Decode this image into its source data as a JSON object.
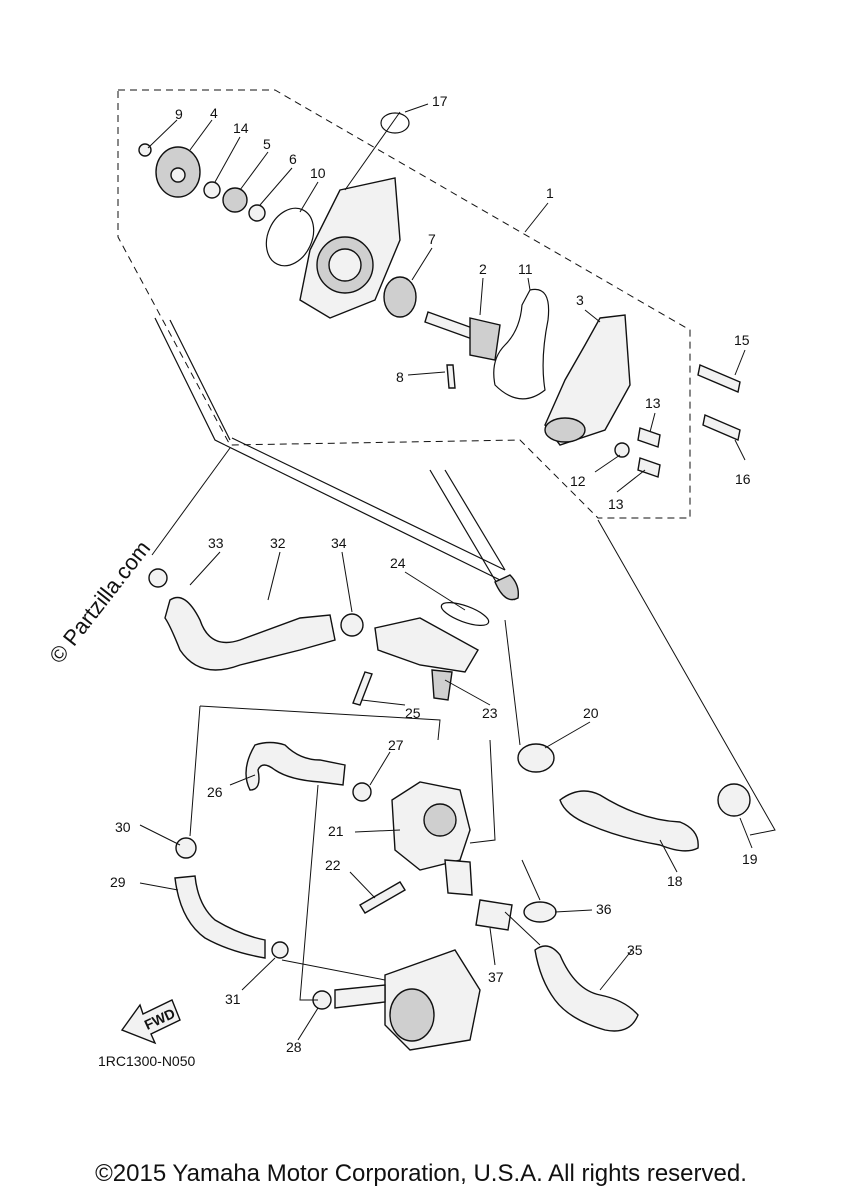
{
  "diagram_code": "1RC1300-N050",
  "watermark": "© Partzilla.com",
  "fwd_label": "FWD",
  "copyright": "©2015 Yamaha Motor Corporation, U.S.A. All rights reserved.",
  "callouts": [
    "1",
    "2",
    "3",
    "4",
    "5",
    "6",
    "7",
    "8",
    "9",
    "10",
    "11",
    "12",
    "13",
    "13",
    "14",
    "15",
    "16",
    "17",
    "18",
    "19",
    "20",
    "21",
    "22",
    "23",
    "24",
    "25",
    "26",
    "27",
    "28",
    "29",
    "30",
    "31",
    "32",
    "33",
    "34",
    "35",
    "36",
    "37"
  ]
}
